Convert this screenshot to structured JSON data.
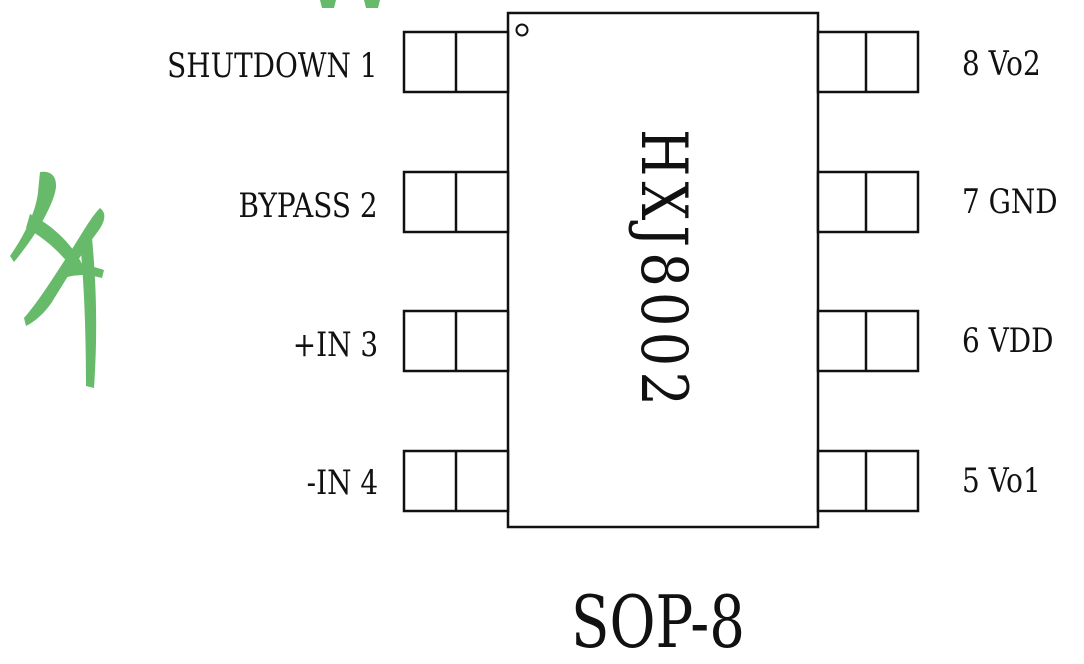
{
  "chip": {
    "name": "HXJ8002",
    "package": "SOP-8"
  },
  "pins_left": [
    {
      "number": 1,
      "label": "SHUTDOWN 1"
    },
    {
      "number": 2,
      "label": "BYPASS 2"
    },
    {
      "number": 3,
      "label": "+IN 3"
    },
    {
      "number": 4,
      "label": "-IN 4"
    }
  ],
  "pins_right": [
    {
      "number": 8,
      "label": "8 Vo2"
    },
    {
      "number": 7,
      "label": "7 GND"
    },
    {
      "number": 6,
      "label": "6 VDD"
    },
    {
      "number": 5,
      "label": "5 Vo1"
    }
  ],
  "colors": {
    "outline": "#111111",
    "watermark": "#4caf50"
  }
}
